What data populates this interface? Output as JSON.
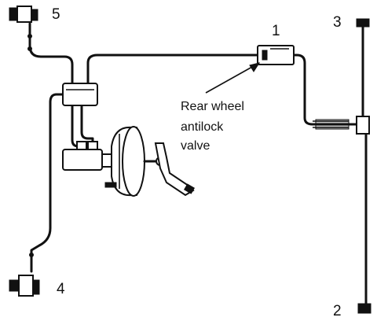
{
  "labels": {
    "num_1": "1",
    "num_2": "2",
    "num_3": "3",
    "num_4": "4",
    "num_5": "5"
  },
  "callout": {
    "line1": "Rear wheel",
    "line2": "antilock",
    "line3": "valve"
  },
  "colors": {
    "ink": "#111111",
    "background": "#ffffff"
  }
}
